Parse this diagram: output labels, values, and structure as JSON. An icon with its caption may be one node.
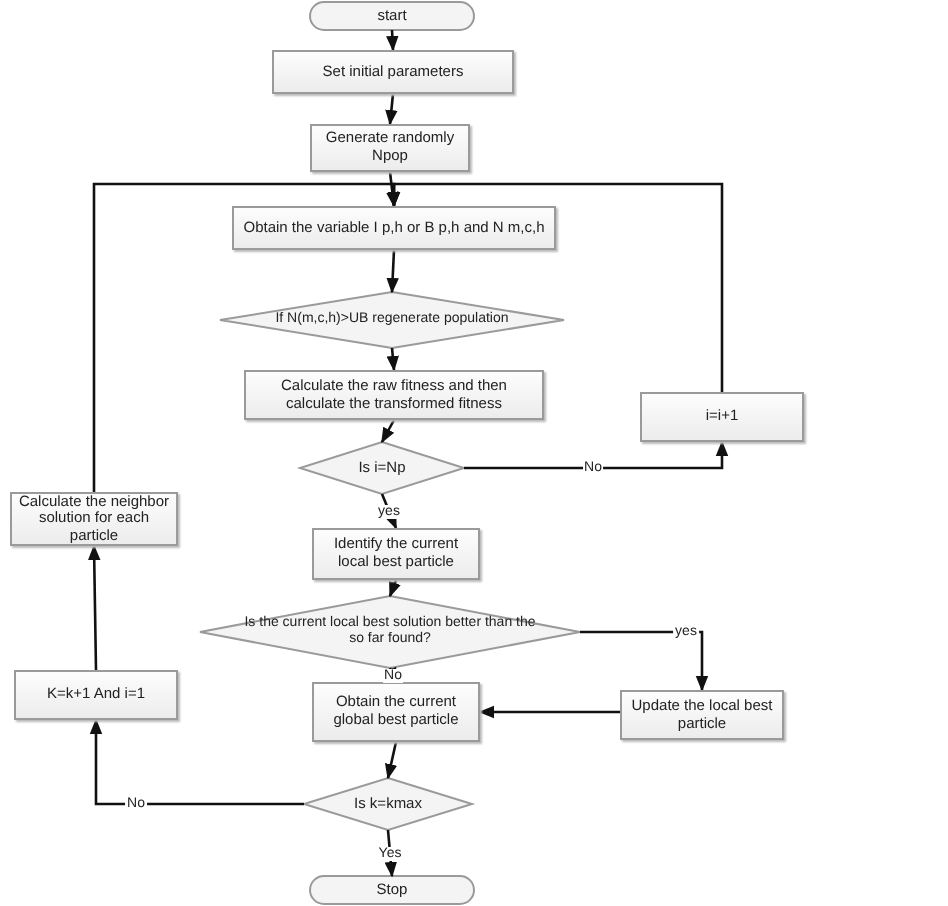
{
  "diagram": {
    "nodes": [
      {
        "text": [
          "start"
        ]
      },
      {
        "text": [
          "Set initial parameters"
        ]
      },
      {
        "text": [
          "Generate randomly Npop"
        ]
      },
      {
        "text": [
          "Obtain the variable I p,h or B p,h and N m,c,h"
        ]
      },
      {
        "text": [
          "If N(m,c,h)>UB regenerate population"
        ]
      },
      {
        "text": [
          "Calculate the raw fitness and then calculate the transformed fitness"
        ]
      },
      {
        "text": [
          "Is i=Np"
        ]
      },
      {
        "text": [
          "i=i+1"
        ]
      },
      {
        "text": [
          "Identify the current local best particle"
        ]
      },
      {
        "text": [
          "Is the current local best solution better than the so far found?"
        ]
      },
      {
        "text": [
          "Update the local best particle"
        ]
      },
      {
        "text": [
          "Obtain the current global best particle"
        ]
      },
      {
        "text": [
          "Is k=kmax"
        ]
      },
      {
        "text": [
          "Stop"
        ]
      },
      {
        "text": [
          "K=k+1 And i=1"
        ]
      },
      {
        "text": [
          "Calculate the neighbor solution for each particle"
        ]
      }
    ],
    "edges": [
      {
        "from": 0,
        "to": 1,
        "arrow": "to"
      },
      {
        "from": 1,
        "to": 2,
        "arrow": "to"
      },
      {
        "from": 2,
        "to": 3,
        "arrow": "to"
      },
      {
        "from": 3,
        "to": 4,
        "arrow": "to"
      },
      {
        "from": 4,
        "to": 5,
        "arrow": "to"
      },
      {
        "from": 5,
        "to": 6,
        "arrow": "to"
      },
      {
        "from": 6,
        "to": 7,
        "arrow": "to",
        "label": "No"
      },
      {
        "from": 7,
        "to": 3,
        "arrow": "to"
      },
      {
        "from": 6,
        "to": 8,
        "arrow": "to",
        "label": "yes"
      },
      {
        "from": 8,
        "to": 9,
        "arrow": "to"
      },
      {
        "from": 9,
        "to": 10,
        "arrow": "to",
        "label": "yes"
      },
      {
        "from": 9,
        "to": 11,
        "arrow": "to",
        "label": "No"
      },
      {
        "from": 10,
        "to": 11,
        "arrow": "to"
      },
      {
        "from": 11,
        "to": 12,
        "arrow": "to"
      },
      {
        "from": 12,
        "to": 13,
        "arrow": "to",
        "label": "Yes"
      },
      {
        "from": 12,
        "to": 14,
        "arrow": "to",
        "label": "No"
      },
      {
        "from": 14,
        "to": 15,
        "arrow": "to"
      },
      {
        "from": 15,
        "to": 3,
        "arrow": "to"
      }
    ]
  }
}
